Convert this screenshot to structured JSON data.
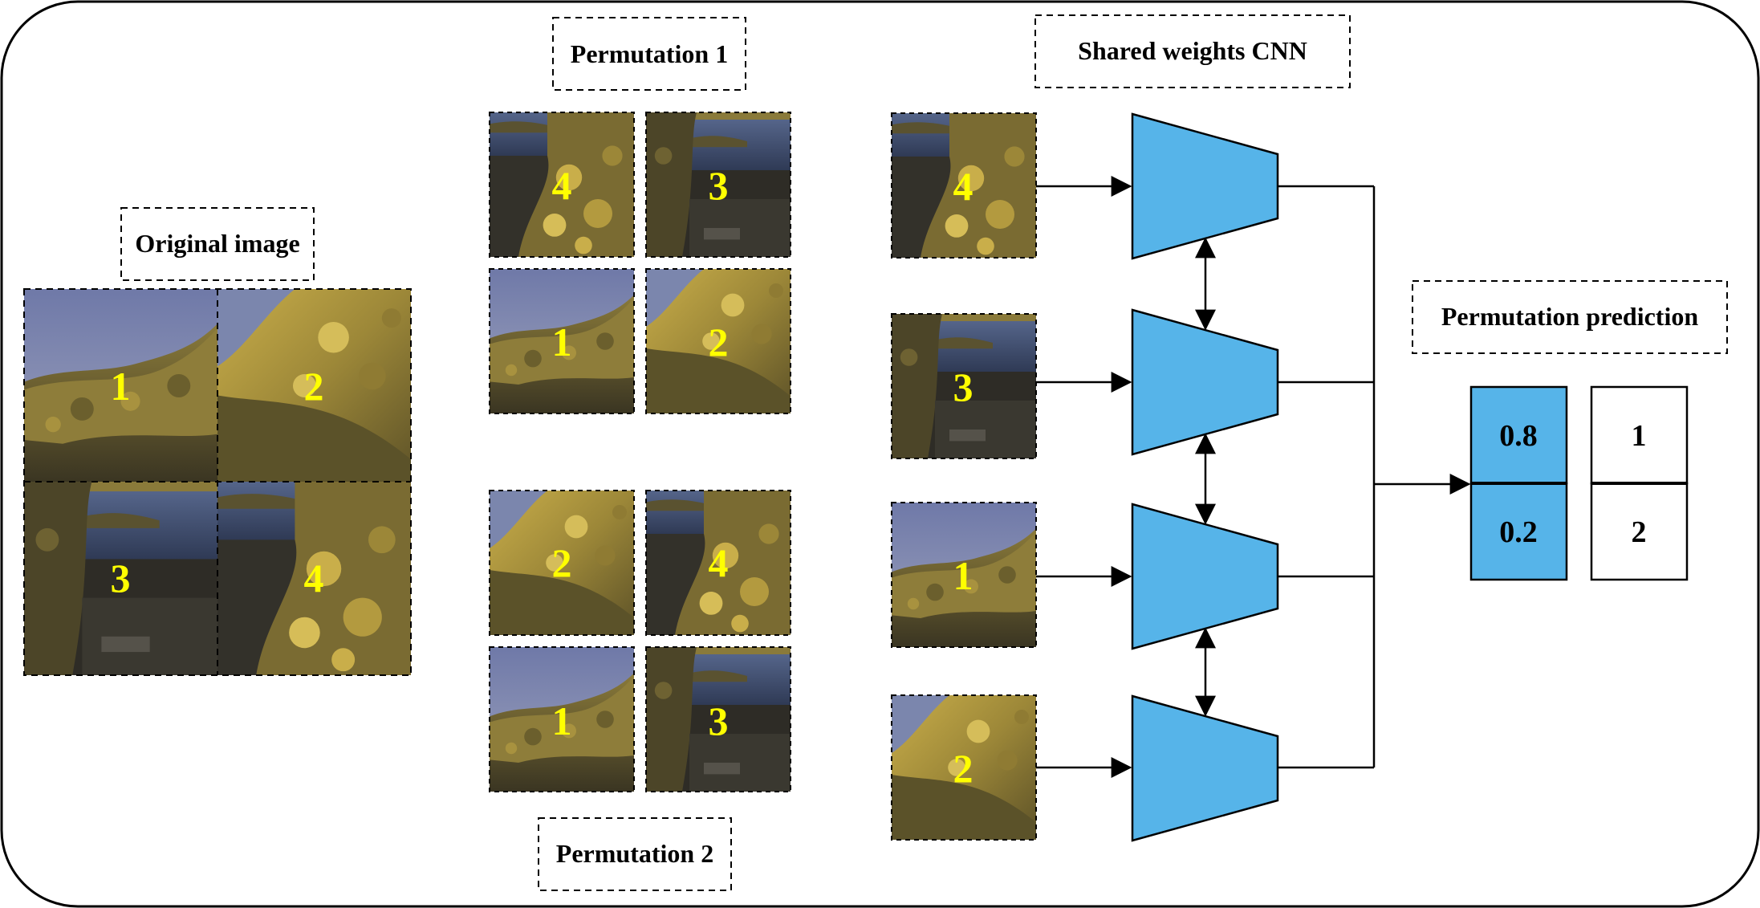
{
  "labels": {
    "original_image": "Original image",
    "permutation_1": "Permutation 1",
    "permutation_2": "Permutation 2",
    "shared_cnn": "Shared weights CNN",
    "prediction": "Permutation prediction"
  },
  "original_tiles": [
    "1",
    "2",
    "3",
    "4"
  ],
  "permutation_1_tiles": [
    "4",
    "3",
    "1",
    "2"
  ],
  "permutation_2_tiles": [
    "2",
    "4",
    "1",
    "3"
  ],
  "cnn_inputs": [
    "4",
    "3",
    "1",
    "2"
  ],
  "prediction": {
    "probabilities": [
      "0.8",
      "0.2"
    ],
    "permutation_ids": [
      "1",
      "2"
    ]
  },
  "colors": {
    "cnn_fill": "#56b4e9",
    "tile_number": "#ffff00",
    "sky": "#7f89b4",
    "rock": "#b6a041",
    "rock_dark": "#4e4626",
    "sea": "#3c4b6b",
    "shadow": "#2b2a25"
  }
}
